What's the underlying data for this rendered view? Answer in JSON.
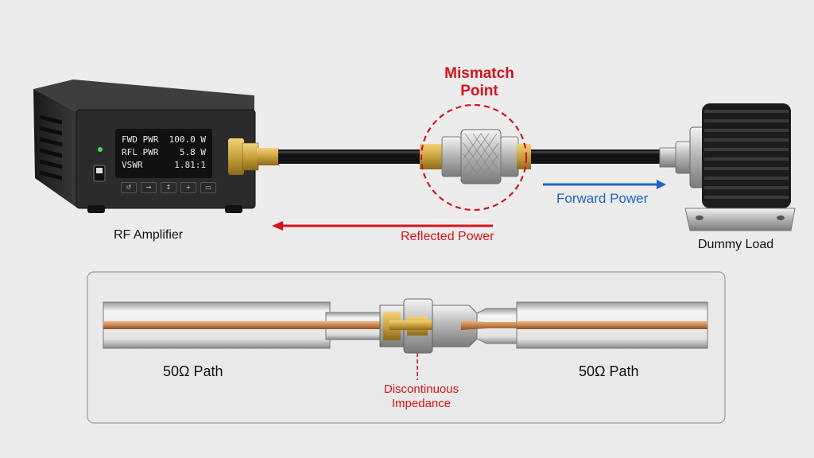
{
  "labels": {
    "mismatch_line1": "Mismatch",
    "mismatch_line2": "Point",
    "forward_power": "Forward Power",
    "reflected_power": "Reflected Power",
    "rf_amplifier": "RF Amplifier",
    "dummy_load": "Dummy Load",
    "path_left": "50Ω Path",
    "path_right": "50Ω Path",
    "discontinuous_line1": "Discontinuous",
    "discontinuous_line2": "Impedance"
  },
  "display": {
    "rows": [
      {
        "name": "FWD PWR",
        "value": "100.0 W"
      },
      {
        "name": "RFL PWR",
        "value": "5.8 W"
      },
      {
        "name": "VSWR",
        "value": "1.81:1"
      }
    ]
  },
  "buttons": [
    "↺",
    "→",
    "↕",
    "+",
    "▭"
  ],
  "colors": {
    "reflected": "#d4141c",
    "forward": "#1f63c8",
    "mismatch_circle": "#d4141c",
    "copper": "#c8844c",
    "brass": "#c9a13c"
  }
}
